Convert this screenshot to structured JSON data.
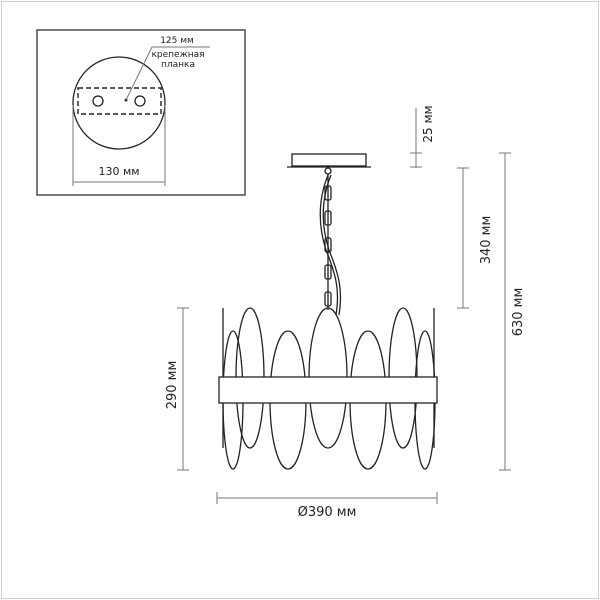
{
  "inset": {
    "plate_label": "125 мм",
    "bracket_label_line1": "крепежная",
    "bracket_label_line2": "планка",
    "width_label": "130 мм"
  },
  "dimensions": {
    "canopy_height": "25 мм",
    "suspension_length": "340 мм",
    "total_height": "630 мм",
    "body_height": "290 мм",
    "diameter": "Ø390 мм"
  },
  "colors": {
    "line": "#222222",
    "dimension": "#777777",
    "frame": "#cccccc"
  }
}
